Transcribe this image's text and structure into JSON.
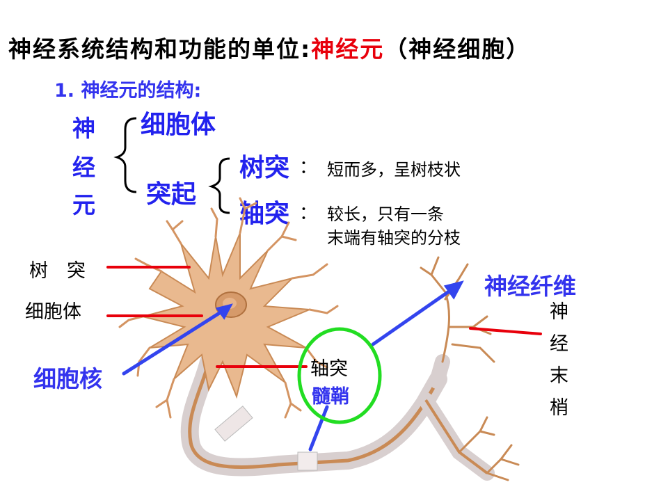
{
  "title": {
    "prefix": "神经系统结构和功能的单位:",
    "highlight": "神经元",
    "suffix": "（神经细胞）"
  },
  "subtitle": "1. 神经元的结构:",
  "tree": {
    "root": [
      "神",
      "经",
      "元"
    ],
    "cell_body": "细胞体",
    "process": "突起",
    "dendrite": "树突",
    "axon": "轴突",
    "colon": "：",
    "dendrite_desc": "短而多，呈树枝状",
    "axon_desc_1": "较长，只有一条",
    "axon_desc_2": "末端有轴突的分枝"
  },
  "labels": {
    "dendrite": "树　突",
    "cell_body": "细胞体",
    "nucleus": "细胞核",
    "axon": "轴突",
    "myelin": "髓鞘",
    "nerve_fiber": "神经纤维",
    "nerve_ending": [
      "神",
      "经",
      "末",
      "梢"
    ]
  },
  "colors": {
    "red": "#e8000b",
    "blue": "#2222ee",
    "pointer_blue": "#3344ee",
    "green_circle": "#22dd22",
    "neuron_fill": "#e9b98f",
    "neuron_stroke": "#c98a55"
  }
}
